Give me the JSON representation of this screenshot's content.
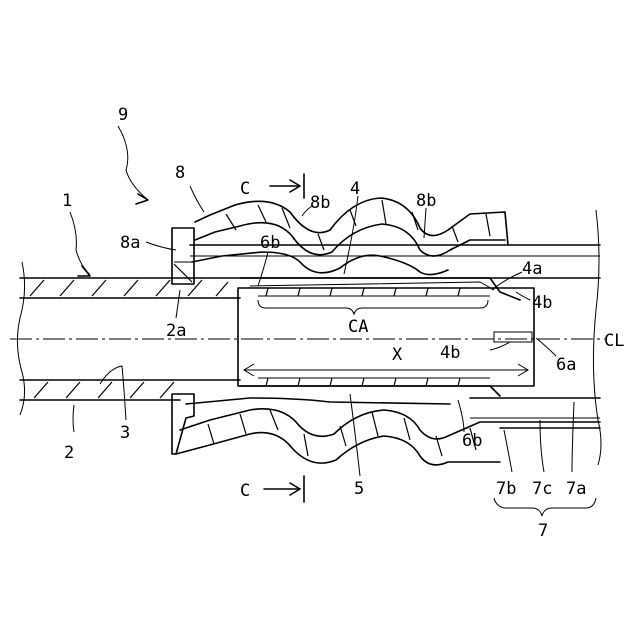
{
  "labels": {
    "n9": "9",
    "n1": "1",
    "n8": "8",
    "n8a": "8a",
    "n2a": "2a",
    "c_top": "C",
    "c_bottom": "C",
    "n8b_left": "8b",
    "n8b_right": "8b",
    "n4": "4",
    "n6b_top": "6b",
    "n4a": "4a",
    "n4b_right": "4b",
    "n4b_inner": "4b",
    "CA": "CA",
    "X": "X",
    "CL": "CL",
    "n6a": "6a",
    "n3": "3",
    "n2": "2",
    "n5": "5",
    "n6b_bottom": "6b",
    "n7b": "7b",
    "n7c": "7c",
    "n7a": "7a",
    "n7": "7"
  },
  "colors": {
    "ink": "#000000",
    "paper": "#ffffff"
  }
}
